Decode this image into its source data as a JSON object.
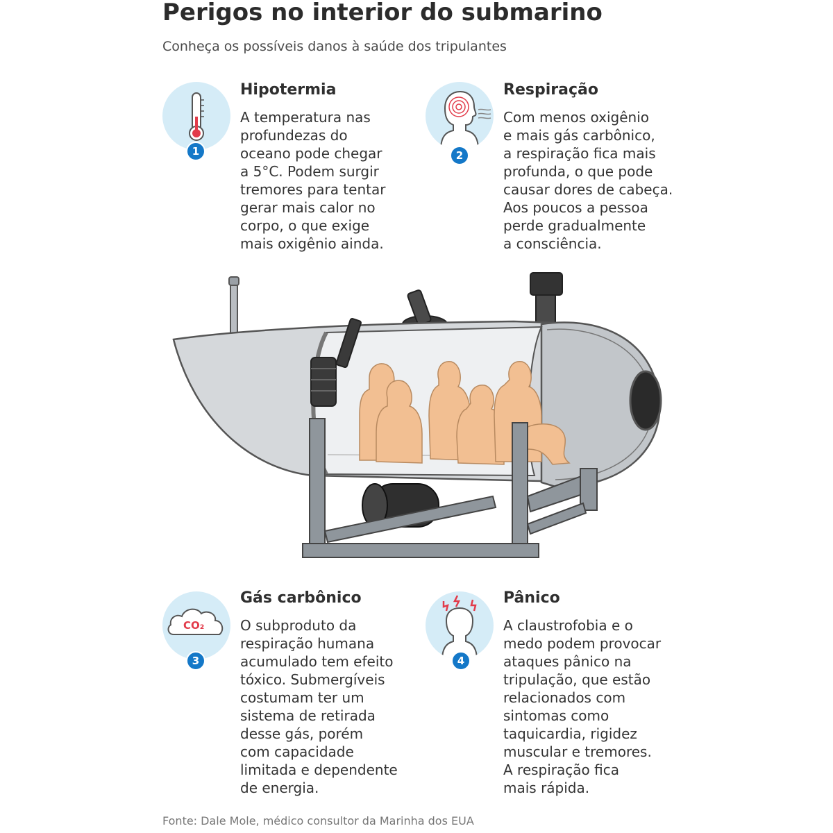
{
  "header": {
    "title": "Perigos no interior do submarino",
    "subtitle": "Conheça os possíveis danos à saúde dos tripulantes"
  },
  "dangers": [
    {
      "number": "1",
      "title": "Hipotermia",
      "text": "A temperatura nas\nprofundezas do\noceano pode chegar\na 5°C. Podem surgir\ntremores para tentar\ngerar mais calor no\ncorpo, o que exige\nmais oxigênio ainda.",
      "icon": "thermometer-icon"
    },
    {
      "number": "2",
      "title": "Respiração",
      "text": "Com menos oxigênio\ne mais gás carbônico,\na respiração fica mais\nprofunda, o que pode\ncausar dores de cabeça.\nAos poucos a pessoa\nperde gradualmente\na consciência.",
      "icon": "breathing-head-icon"
    },
    {
      "number": "3",
      "title": "Gás carbônico",
      "text": "O subproduto da\nrespiração humana\nacumulado tem efeito\ntóxico. Submergíveis\ncostumam ter um\nsistema de retirada\ndesse gás, porém\ncom capacidade\nlimitada e dependente\nde energia.",
      "icon": "co2-cloud-icon",
      "icon_label": "CO₂"
    },
    {
      "number": "4",
      "title": "Pânico",
      "text": "A claustrofobia e o\nmedo podem provocar\nataques pânico na\ntripulação, que estão\nrelacionados com\nsintomas como\ntaquicardia, rigidez\nmuscular e tremores.\nA respiração fica\nmais rápida.",
      "icon": "panic-head-icon"
    }
  ],
  "source": "Fonte: Dale Mole, médico consultor da Marinha dos EUA",
  "colors": {
    "icon_circle": "#d5ecf7",
    "badge": "#1478c8",
    "accent_red": "#e23b4a",
    "hull": "#c9ccd0",
    "frame": "#8f969c",
    "crew": "#f2bf92"
  }
}
